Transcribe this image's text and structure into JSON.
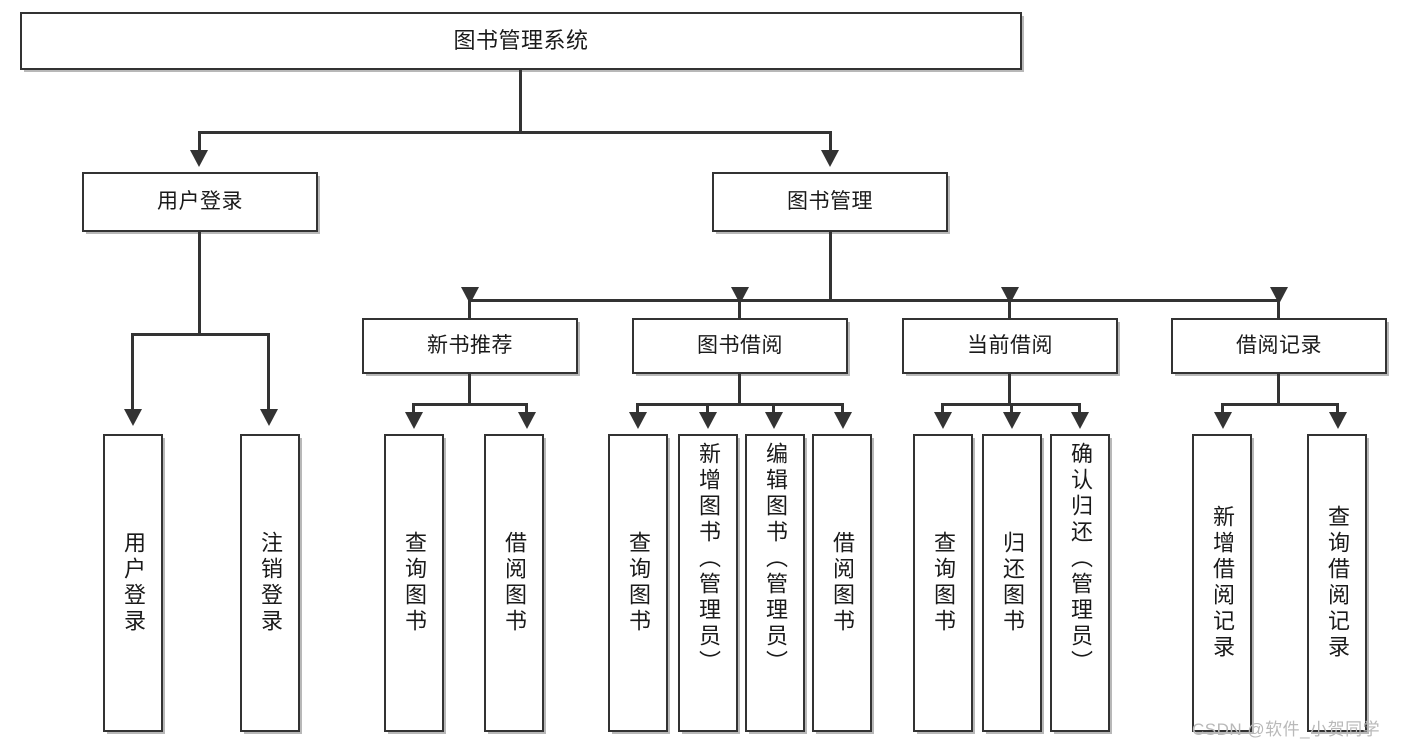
{
  "diagram": {
    "type": "tree-hierarchy",
    "title": "图书管理系统",
    "root": {
      "label": "图书管理系统"
    },
    "level1": [
      {
        "id": "user-login",
        "label": "用户登录"
      },
      {
        "id": "book-management",
        "label": "图书管理"
      }
    ],
    "level2": [
      {
        "id": "new-book-recommend",
        "label": "新书推荐",
        "parent": "book-management"
      },
      {
        "id": "book-borrow",
        "label": "图书借阅",
        "parent": "book-management"
      },
      {
        "id": "current-borrow",
        "label": "当前借阅",
        "parent": "book-management"
      },
      {
        "id": "borrow-record",
        "label": "借阅记录",
        "parent": "book-management"
      }
    ],
    "leaves": [
      {
        "id": "leaf-user-login",
        "label": "用户登录",
        "parent": "user-login"
      },
      {
        "id": "leaf-logout-login",
        "label": "注销登录",
        "parent": "user-login"
      },
      {
        "id": "leaf-query-book-1",
        "label": "查询图书",
        "parent": "new-book-recommend"
      },
      {
        "id": "leaf-borrow-book-1",
        "label": "借阅图书",
        "parent": "new-book-recommend"
      },
      {
        "id": "leaf-query-book-2",
        "label": "查询图书",
        "parent": "book-borrow"
      },
      {
        "id": "leaf-add-book",
        "label": "新增图书（管理员）",
        "parent": "book-borrow"
      },
      {
        "id": "leaf-edit-book",
        "label": "编辑图书（管理员）",
        "parent": "book-borrow"
      },
      {
        "id": "leaf-borrow-book-2",
        "label": "借阅图书",
        "parent": "book-borrow"
      },
      {
        "id": "leaf-query-book-3",
        "label": "查询图书",
        "parent": "current-borrow"
      },
      {
        "id": "leaf-return-book",
        "label": "归还图书",
        "parent": "current-borrow"
      },
      {
        "id": "leaf-confirm-return",
        "label": "确认归还（管理员）",
        "parent": "current-borrow"
      },
      {
        "id": "leaf-add-record",
        "label": "新增借阅记录",
        "parent": "borrow-record"
      },
      {
        "id": "leaf-query-record",
        "label": "查询借阅记录",
        "parent": "borrow-record"
      }
    ],
    "colors": {
      "stroke": "#333333",
      "fill": "#ffffff",
      "text": "#1a1a1a",
      "watermark": "#b9b9b9"
    }
  },
  "watermark": {
    "text": "CSDN @软件_小贺同学"
  }
}
